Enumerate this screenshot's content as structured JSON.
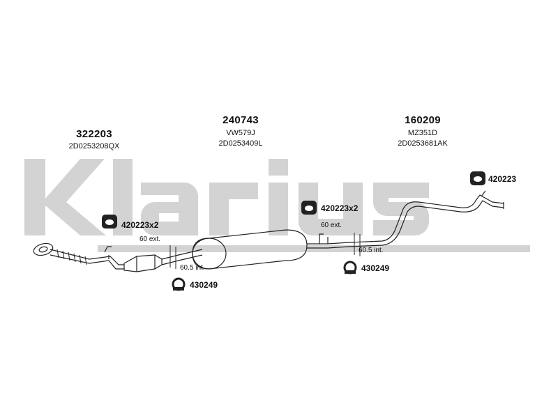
{
  "watermark": {
    "text": "Klarius",
    "color": "#cfcfcf"
  },
  "parts": [
    {
      "number": "322203",
      "ref": "2D0253208QX"
    },
    {
      "number": "240743",
      "ref": "VW579J\n2D0253409L"
    },
    {
      "number": "160209",
      "ref": "MZ351D\n2D0253681AK"
    }
  ],
  "callouts": {
    "mount_front": "420223x2",
    "mount_mid": "420223x2",
    "mount_rear": "420223",
    "clamp_front": "430249",
    "clamp_mid": "430249"
  },
  "notes": {
    "ext_front": "60 ext.",
    "int_front": "60.5 int.",
    "ext_mid": "60 ext.",
    "int_mid": "60.5 int."
  },
  "icons": {
    "mount": "rubber-mount-icon",
    "clamp": "pipe-clamp-icon"
  }
}
